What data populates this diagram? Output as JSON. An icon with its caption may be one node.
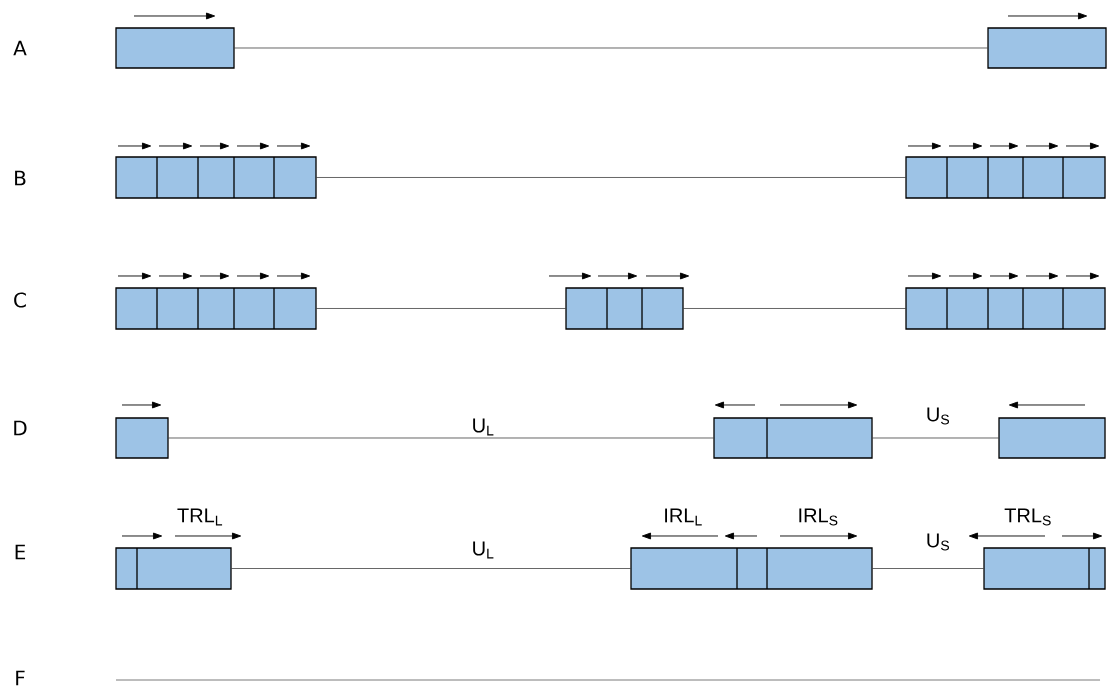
{
  "diagram": {
    "nodes": [
      {
        "text": [],
        "shape": "box"
      },
      {
        "text": [],
        "shape": "box"
      },
      {
        "text": [],
        "shape": "box"
      },
      {
        "text": [],
        "shape": "box"
      },
      {
        "text": [],
        "shape": "box"
      },
      {
        "text": [],
        "shape": "box"
      },
      {
        "text": [],
        "shape": "box"
      },
      {
        "text": [],
        "shape": "box"
      },
      {
        "text": [],
        "shape": "box"
      },
      {
        "text": [],
        "shape": "box"
      },
      {
        "text": [],
        "shape": "box",
        "beside": [
          "TRL$_{L}$"
        ]
      },
      {
        "text": [],
        "shape": "box",
        "beside": [
          "IRL$_{L}$",
          "IRL$_{S}$"
        ]
      },
      {
        "text": [],
        "shape": "box",
        "beside": [
          "TRL$_{S}$"
        ]
      }
    ],
    "edges": [
      {
        "from": 0,
        "to": 1,
        "arrow": "none"
      },
      {
        "from": 2,
        "to": 3,
        "arrow": "none"
      },
      {
        "from": 4,
        "to": 5,
        "arrow": "none"
      },
      {
        "from": 5,
        "to": 6,
        "arrow": "none"
      },
      {
        "from": 7,
        "to": 8,
        "arrow": "none",
        "label": "U$_{L}$"
      },
      {
        "from": 8,
        "to": 9,
        "arrow": "none",
        "label": "U$_{S}$"
      },
      {
        "from": 10,
        "to": 11,
        "arrow": "none",
        "label": "U$_{L}$"
      },
      {
        "from": 11,
        "to": 12,
        "arrow": "none",
        "label": "U$_{S}$"
      }
    ],
    "labels": [
      "A",
      "B",
      "C",
      "D",
      "E",
      "F"
    ]
  }
}
